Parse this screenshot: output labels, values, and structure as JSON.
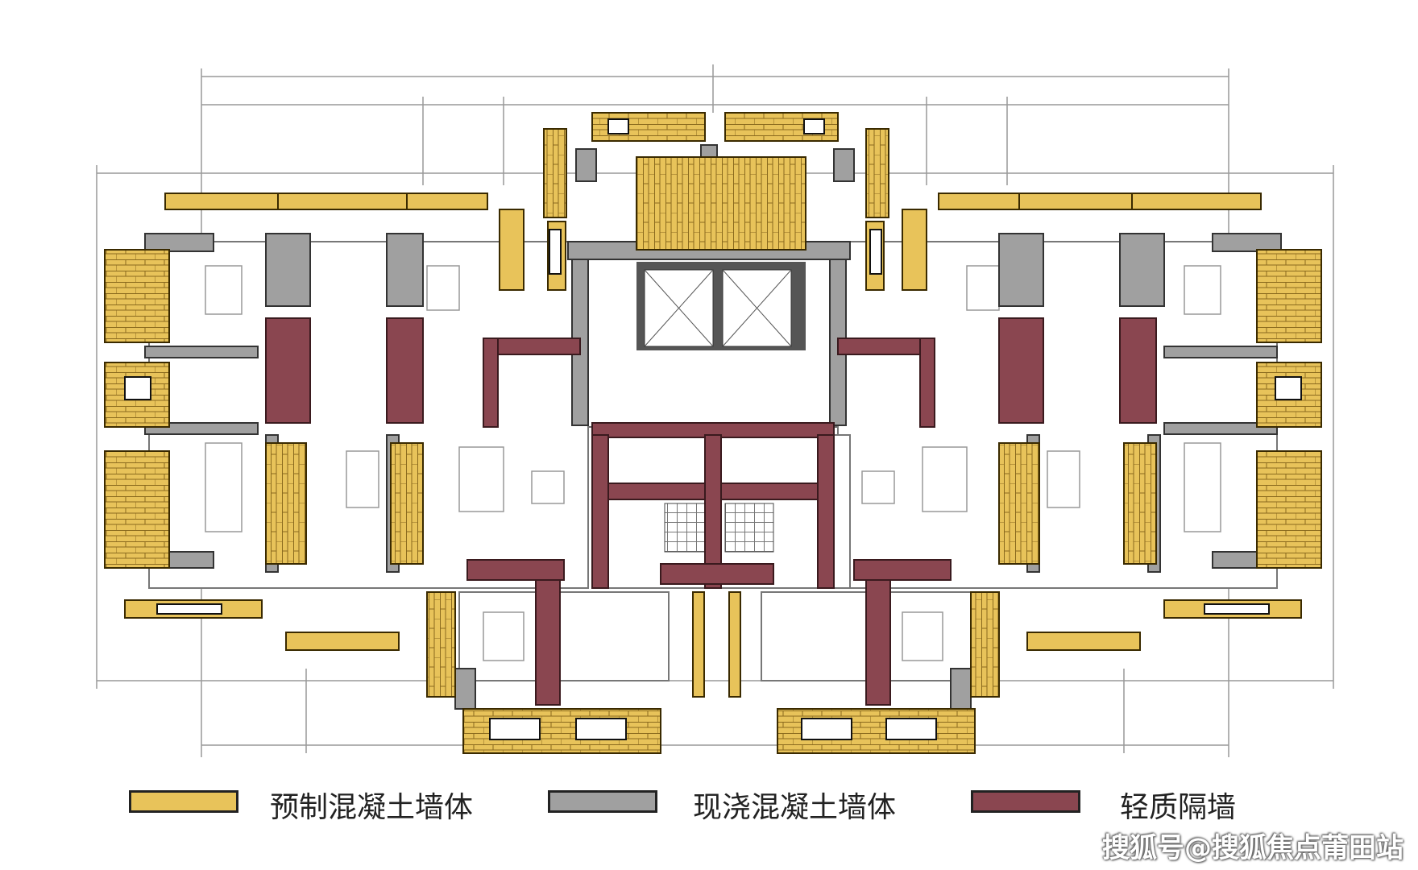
{
  "colors": {
    "precast": "#e8c35a",
    "cast_in_place": "#a0a0a0",
    "light_partition": "#8a4650",
    "line": "#555555"
  },
  "legend": {
    "precast_label": "预制混凝土墙体",
    "cast_label": "现浇混凝土墙体",
    "partition_label": "轻质隔墙"
  },
  "watermark": "搜狐号@搜狐焦点莆田站"
}
